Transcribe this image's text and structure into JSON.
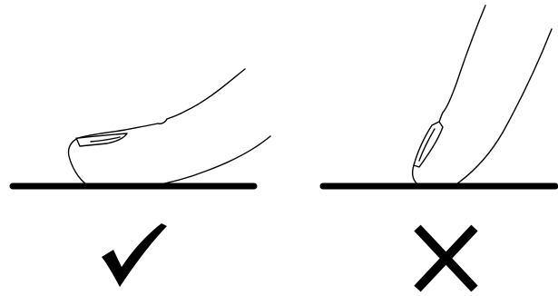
{
  "colors": {
    "ink": "#000000",
    "background": "#ffffff"
  },
  "panels": [
    {
      "id": "correct",
      "finger": "flat-finger-pad-touch",
      "mark": "check-icon"
    },
    {
      "id": "incorrect",
      "finger": "fingertip-nail-touch",
      "mark": "cross-icon"
    }
  ]
}
